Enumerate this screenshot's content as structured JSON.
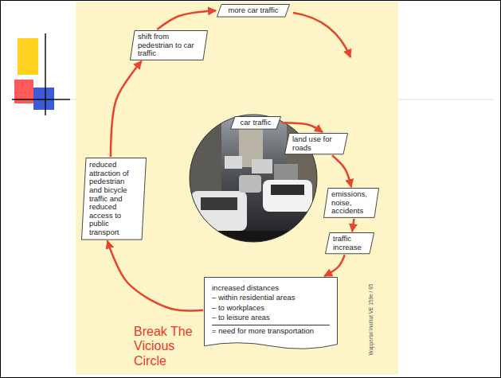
{
  "diagram": {
    "nodes": [
      {
        "text": [
          "more car traffic"
        ]
      },
      {
        "text": [
          "shift from pedestrian to car traffic"
        ]
      },
      {
        "text": [
          "car traffic"
        ]
      },
      {
        "text": [
          "land use for roads"
        ]
      },
      {
        "text": [
          "reduced attraction of pedestrian and bicycle traffic and reduced access to public transport"
        ]
      },
      {
        "text": [
          "emissions, noise, accidents"
        ]
      },
      {
        "text": [
          "traffic increase"
        ]
      },
      {
        "text": [
          "increased distances",
          "– within residential areas",
          "– to workplaces",
          "– to leisure areas",
          "= need for more transportation"
        ]
      }
    ],
    "edges": [
      {
        "from": 2,
        "to": 3,
        "arrow": "to"
      },
      {
        "from": 3,
        "to": 5,
        "arrow": "to"
      },
      {
        "from": 5,
        "to": 6,
        "arrow": "to"
      },
      {
        "from": 6,
        "to": 7,
        "arrow": "to"
      },
      {
        "from": 7,
        "to": 4,
        "arrow": "to"
      },
      {
        "from": 4,
        "to": 1,
        "arrow": "to"
      },
      {
        "from": 1,
        "to": 0,
        "arrow": "to"
      }
    ],
    "labels": [
      "Break The Vicious Circle",
      "Wuppertal Institut VE 159e / 95"
    ]
  }
}
